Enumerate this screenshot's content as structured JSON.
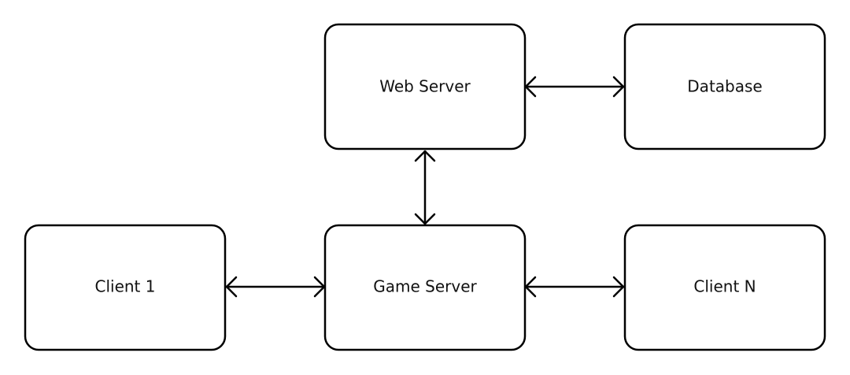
{
  "diagram": {
    "nodes": [
      {
        "id": "web-server",
        "label": "Web Server"
      },
      {
        "id": "database",
        "label": "Database"
      },
      {
        "id": "client-1",
        "label": "Client 1"
      },
      {
        "id": "game-server",
        "label": "Game Server"
      },
      {
        "id": "client-n",
        "label": "Client N"
      }
    ],
    "edges": [
      {
        "from": "web-server",
        "to": "database",
        "direction": "both"
      },
      {
        "from": "web-server",
        "to": "game-server",
        "direction": "both"
      },
      {
        "from": "client-1",
        "to": "game-server",
        "direction": "both"
      },
      {
        "from": "game-server",
        "to": "client-n",
        "direction": "both"
      }
    ],
    "colors": {
      "stroke": "#000000",
      "fill": "#ffffff",
      "text": "#111111"
    }
  }
}
